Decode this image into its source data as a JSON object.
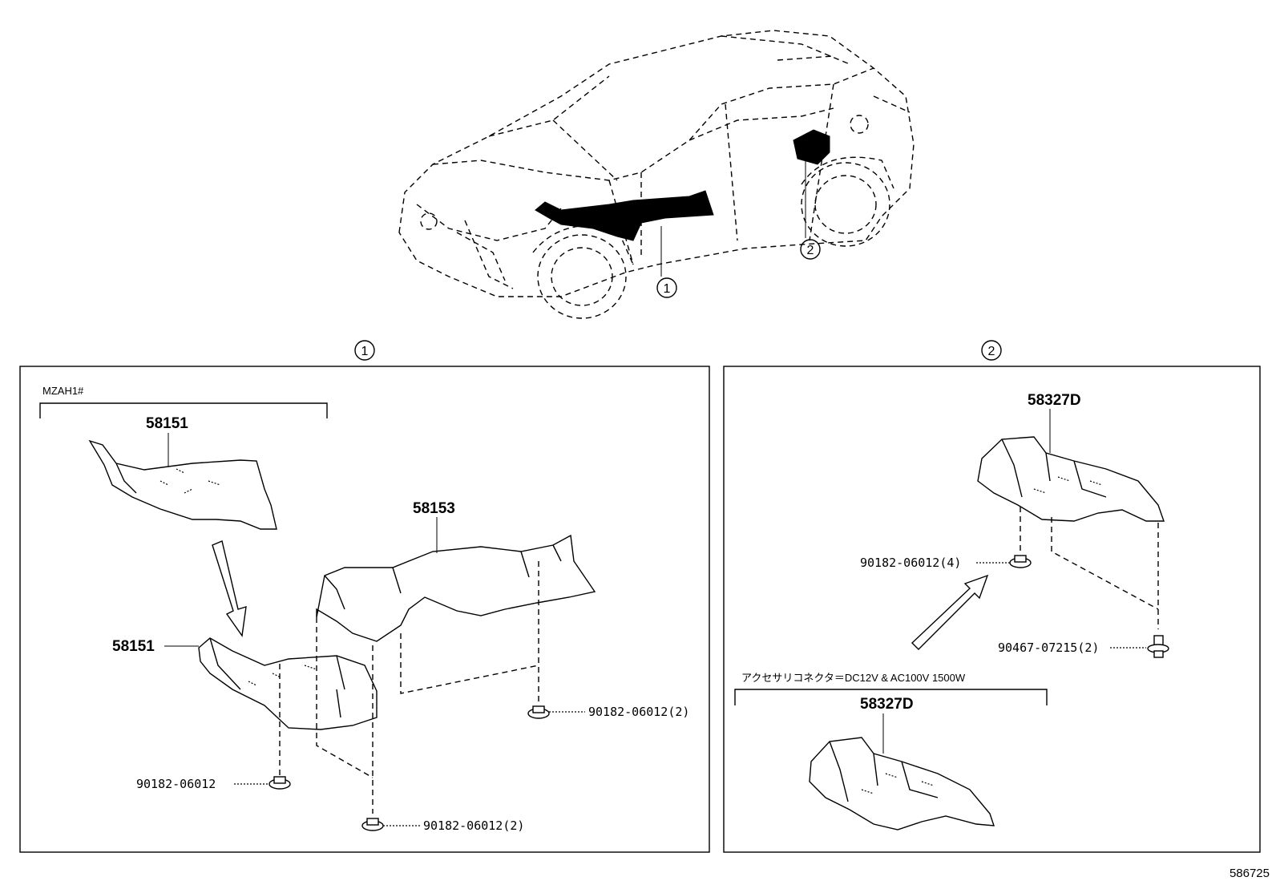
{
  "callouts": {
    "one": "1",
    "two": "2"
  },
  "panel1": {
    "variant_label": "MZAH1#",
    "parts": {
      "p58151_top": "58151",
      "p58153": "58153",
      "p58151_bottom": "58151",
      "clip_single": "90182-06012",
      "clip_bottom": "90182-06012(2)",
      "clip_right": "90182-06012(2)"
    }
  },
  "panel2": {
    "parts": {
      "p58327D_top": "58327D",
      "clip_4": "90182-06012(4)",
      "clip_90467": "90467-07215(2)",
      "accessory_label": "アクセサリコネクタ＝DC12V & AC100V 1500W",
      "p58327D_bottom": "58327D"
    }
  },
  "diagram_id": "586725"
}
